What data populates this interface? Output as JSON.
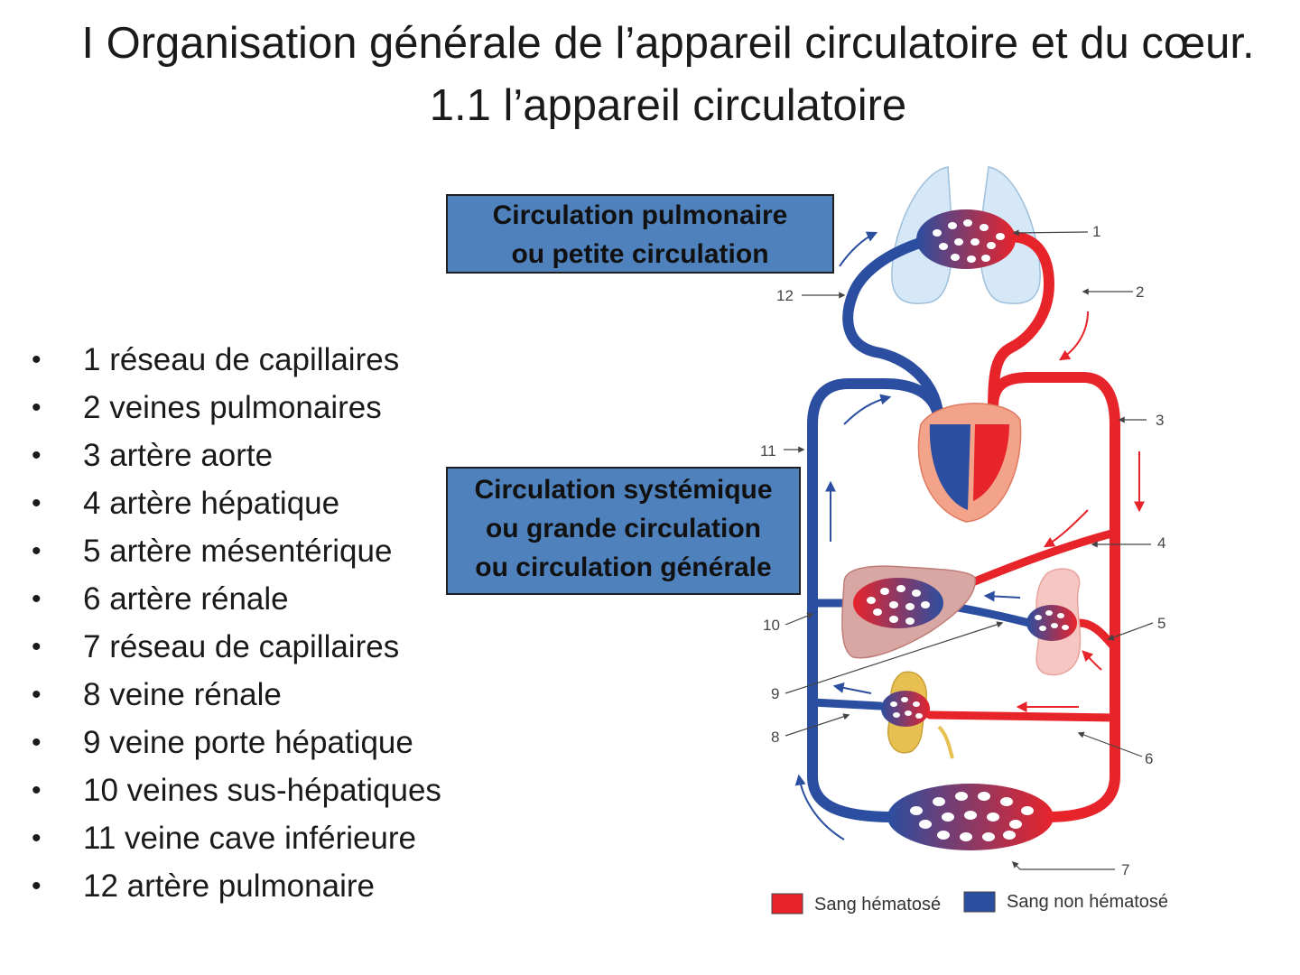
{
  "title": "I Organisation générale de l’appareil circulatoire et du cœur. 1.1 l’appareil circulatoire",
  "legend_items": [
    "1 réseau de capillaires",
    "2 veines pulmonaires",
    "3 artère aorte",
    "4 artère hépatique",
    "5 artère mésentérique",
    "6 artère rénale",
    "7 réseau de capillaires",
    "8 veine rénale",
    "9 veine porte hépatique",
    "10 veines sus-hépatiques",
    "11 veine cave inférieure",
    "12 artère pulmonaire"
  ],
  "boxes": {
    "pulmonary": {
      "line1": "Circulation pulmonaire",
      "line2": "ou petite circulation"
    },
    "systemic": {
      "line1": "Circulation systémique",
      "line2": "ou grande circulation",
      "line3": "ou circulation générale"
    }
  },
  "diagram": {
    "numbers": [
      "1",
      "2",
      "3",
      "4",
      "5",
      "6",
      "7",
      "8",
      "9",
      "10",
      "11",
      "12"
    ],
    "color_legend": {
      "oxygenated": {
        "label": "Sang hématosé",
        "color": "#e8242b"
      },
      "deoxygenated": {
        "label": "Sang non hématosé",
        "color": "#2b4ea0"
      }
    }
  }
}
